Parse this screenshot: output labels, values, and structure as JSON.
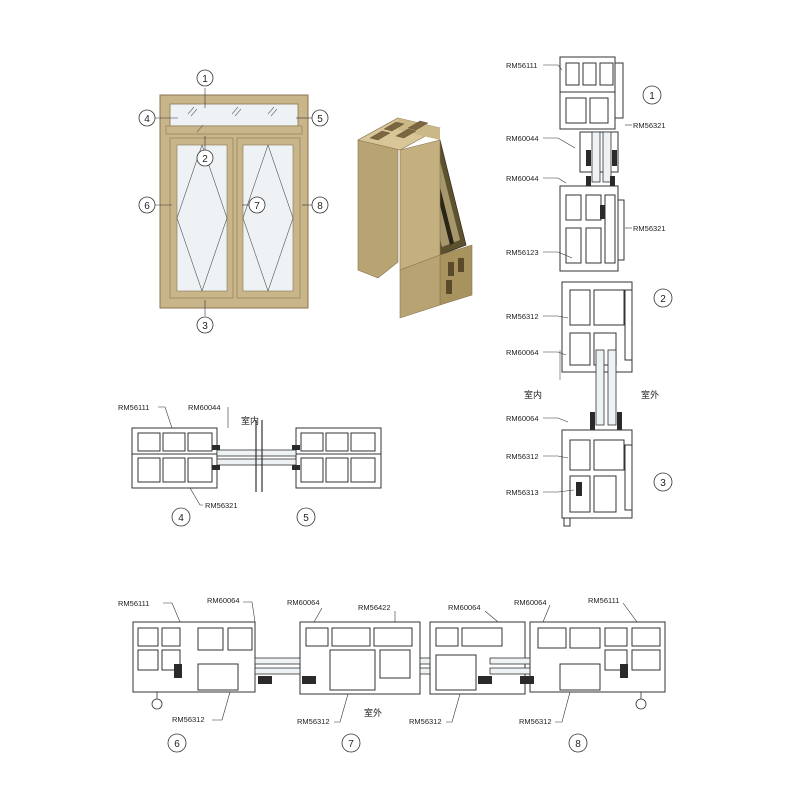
{
  "callouts": {
    "elevation": [
      "1",
      "2",
      "3",
      "4",
      "5",
      "6",
      "7",
      "8"
    ],
    "vertical": [
      "1",
      "2",
      "3"
    ],
    "horizontal_top": [
      "4",
      "5"
    ],
    "horizontal_bottom": [
      "6",
      "7",
      "8"
    ]
  },
  "vertical_section": {
    "labels": [
      "RM56111",
      "RM60044",
      "RM56321",
      "RM60044",
      "RM56321",
      "RM56123",
      "RM56312",
      "RM60064",
      "RM60064",
      "RM56312",
      "RM56313"
    ],
    "indoor": "室内",
    "outdoor": "室外"
  },
  "horizontal_section_top": {
    "labels": [
      "RM56111",
      "RM60044",
      "RM56321"
    ],
    "indoor": "室内"
  },
  "horizontal_section_bottom": {
    "top_labels": [
      "RM56111",
      "RM60064",
      "RM60064",
      "RM56422",
      "RM60064",
      "RM60064",
      "RM56111"
    ],
    "bottom_labels": [
      "RM56312",
      "RM56312",
      "RM56312",
      "RM56312"
    ],
    "outdoor": "室外"
  },
  "colors": {
    "frame": "#c8b58a",
    "frame_dark": "#8a7550",
    "glass": "#eef2f4",
    "line": "#333333",
    "gasket": "#2a2a2a"
  }
}
